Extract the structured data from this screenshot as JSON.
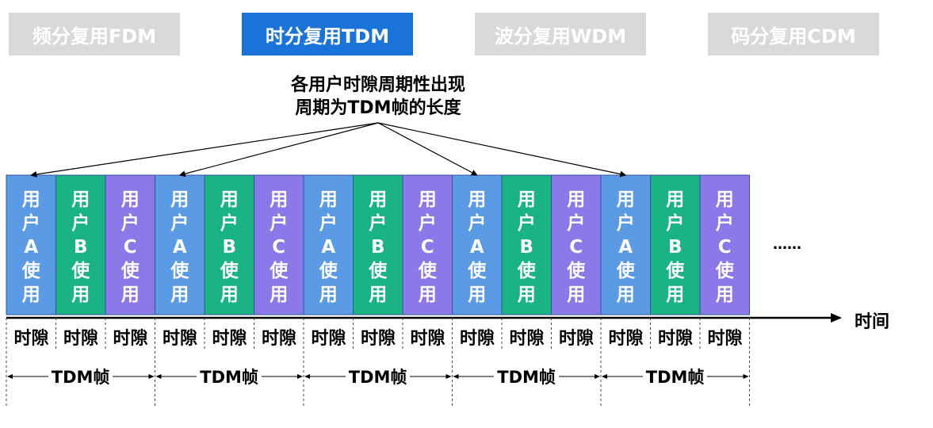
{
  "tabs": [
    {
      "label": "频分复用FDM",
      "active": false
    },
    {
      "label": "时分复用TDM",
      "active": true
    },
    {
      "label": "波分复用WDM",
      "active": false
    },
    {
      "label": "码分复用CDM",
      "active": false
    }
  ],
  "caption": {
    "line1": "各用户时隙周期性出现",
    "line2": "周期为TDM帧的长度"
  },
  "users": [
    {
      "name": "A",
      "text": [
        "用",
        "户",
        "A",
        "使",
        "用"
      ],
      "color": "#5b9be6"
    },
    {
      "name": "B",
      "text": [
        "用",
        "户",
        "B",
        "使",
        "用"
      ],
      "color": "#19b384"
    },
    {
      "name": "C",
      "text": [
        "用",
        "户",
        "C",
        "使",
        "用"
      ],
      "color": "#8c78e8"
    }
  ],
  "frames_count": 5,
  "slot_label": "时隙",
  "frame_label": "TDM帧",
  "ellipsis": "……",
  "time_label": "时间",
  "arrow_targets": [
    0,
    3,
    9,
    12
  ]
}
